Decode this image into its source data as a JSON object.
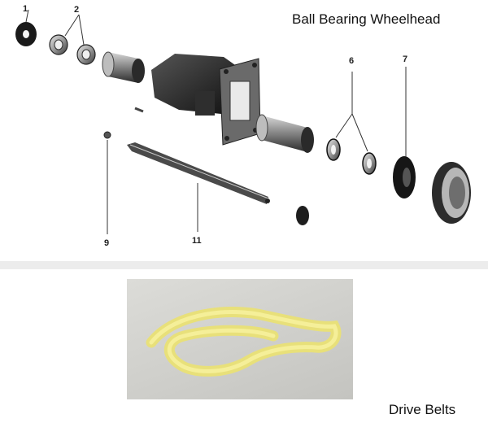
{
  "titles": {
    "wheelhead": "Ball Bearing Wheelhead",
    "belts": "Drive Belts"
  },
  "callouts": {
    "c1": "1",
    "c2": "2",
    "c6": "6",
    "c7": "7",
    "c9": "9",
    "c11": "11"
  }
}
